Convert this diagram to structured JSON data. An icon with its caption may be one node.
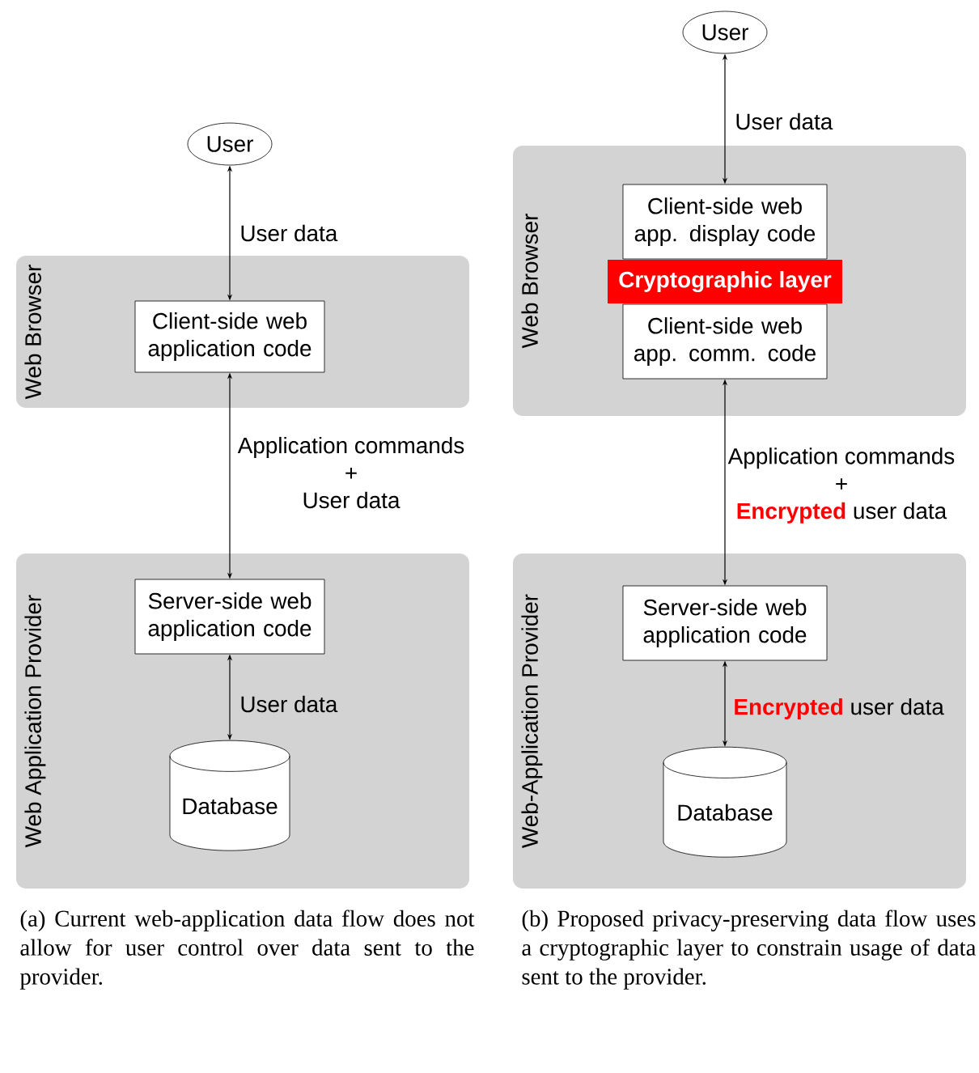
{
  "diagram": {
    "nodes": [
      {
        "text": [
          "User"
        ]
      },
      {
        "text": [
          "Web Browser"
        ]
      },
      {
        "text": [
          "Client-side web application code"
        ],
        "in": 1
      },
      {
        "text": [
          "Web Application Provider"
        ]
      },
      {
        "text": [
          "Server-side web application code"
        ],
        "in": 3
      },
      {
        "text": [
          "Database"
        ],
        "in": 3
      },
      {
        "text": [
          "User"
        ]
      },
      {
        "text": [
          "Web Browser"
        ]
      },
      {
        "text": [
          "Client-side web app. display code"
        ],
        "in": 7
      },
      {
        "text": [
          "Cryptographic layer"
        ],
        "in": 7
      },
      {
        "text": [
          "Client-side web app. comm. code"
        ],
        "in": 7
      },
      {
        "text": [
          "Web-Application Provider"
        ]
      },
      {
        "text": [
          "Server-side web application code"
        ],
        "in": 11
      },
      {
        "text": [
          "Database"
        ],
        "in": 11
      }
    ],
    "edges": [
      {
        "from": 0,
        "to": 2,
        "arrow": "both",
        "label": "User data"
      },
      {
        "from": 2,
        "to": 4,
        "arrow": "both",
        "label": "Application commands + User data"
      },
      {
        "from": 4,
        "to": 5,
        "arrow": "both",
        "label": "User data"
      },
      {
        "from": 6,
        "to": 8,
        "arrow": "both",
        "label": "User data"
      },
      {
        "from": 10,
        "to": 12,
        "arrow": "both",
        "label": "Application commands + **Encrypted** user data"
      },
      {
        "from": 12,
        "to": 13,
        "arrow": "both",
        "label": "**Encrypted** user data"
      }
    ],
    "labels": [
      "(a) Current web-application data flow does not allow for user control over data sent to the provider.",
      "(b) Proposed privacy-preserving data flow uses a cryptographic layer to constrain usage of data sent to the provider."
    ]
  }
}
